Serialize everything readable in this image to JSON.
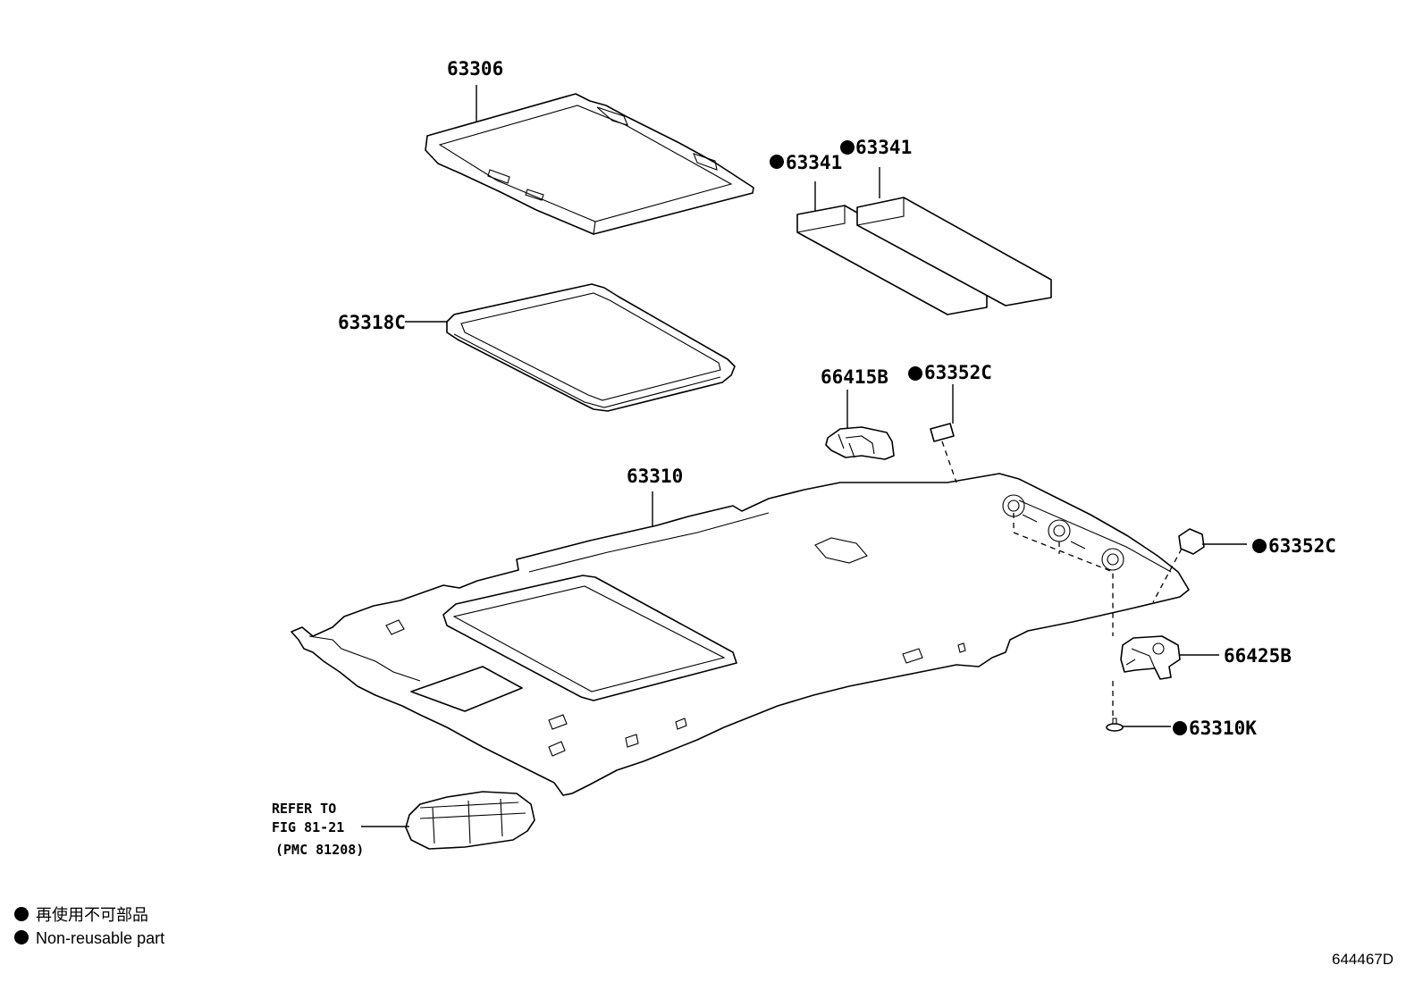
{
  "labels": {
    "p63306": "63306",
    "p63341a": "63341",
    "p63341b": "63341",
    "p63318c": "63318C",
    "p66415b": "66415B",
    "p63352c_top": "63352C",
    "p63310": "63310",
    "p63352c_right": "63352C",
    "p66425b": "66425B",
    "p63310k": "63310K",
    "refer_line1": "REFER TO",
    "refer_line2": "FIG 81-21",
    "refer_line3": "(PMC 81208)"
  },
  "legend": {
    "line1": "再使用不可部品",
    "line2": "Non-reusable part"
  },
  "drawing_code": "644467D"
}
